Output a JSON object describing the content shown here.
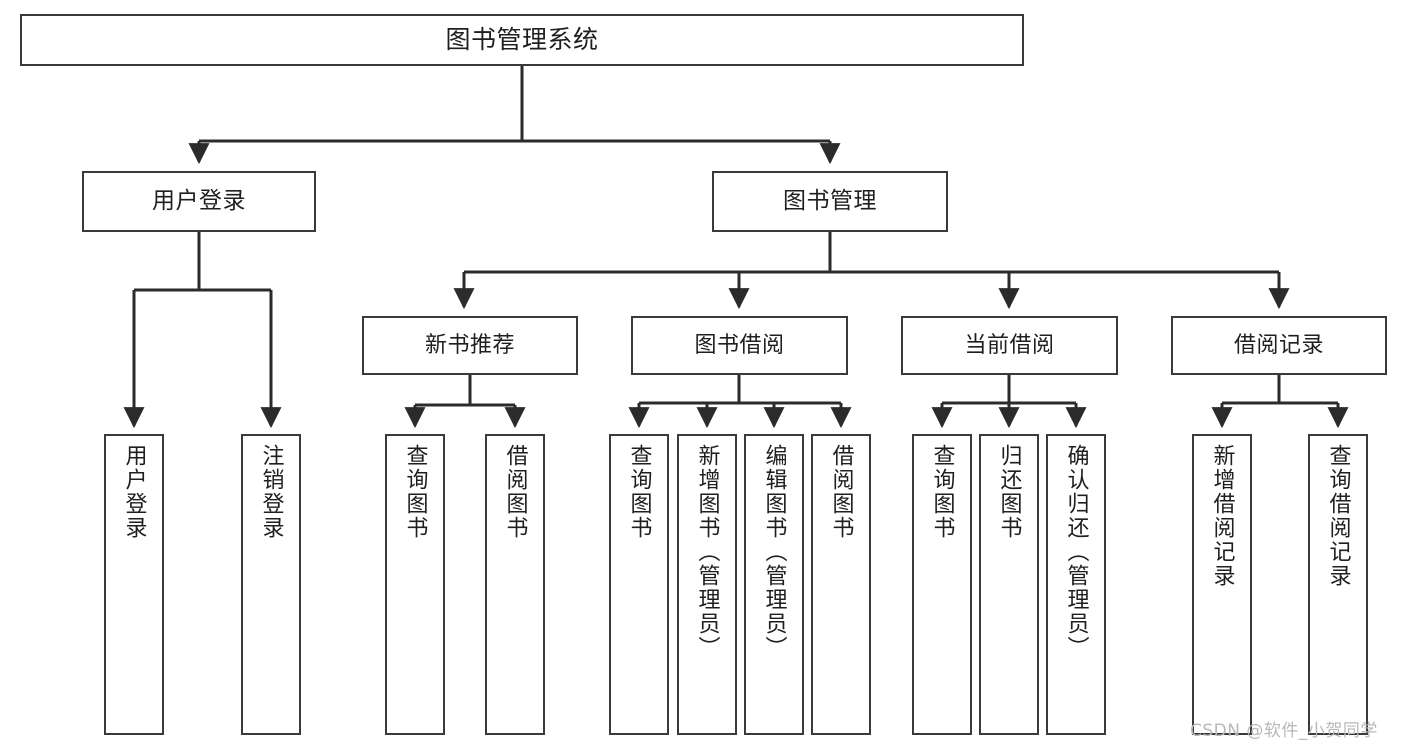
{
  "diagram": {
    "title": "图书管理系统",
    "type": "tree-hierarchy",
    "watermark": "CSDN @软件_小贺同学",
    "style": {
      "background": "#ffffff",
      "box_border": "#3a3a3a",
      "box_fill": "#ffffff",
      "edge_color": "#2b2b2b",
      "text_color": "#1f1f1f",
      "watermark_color": "#b8b8b8"
    },
    "nodes": {
      "root": {
        "label": "图书管理系统"
      },
      "level2": [
        {
          "label": "用户登录"
        },
        {
          "label": "图书管理"
        }
      ],
      "level3": [
        {
          "label": "新书推荐"
        },
        {
          "label": "图书借阅"
        },
        {
          "label": "当前借阅"
        },
        {
          "label": "借阅记录"
        }
      ],
      "leaves_user_login": [
        {
          "label": "用户登录"
        },
        {
          "label": "注销登录"
        }
      ],
      "leaves_new_book": [
        {
          "label": "查询图书"
        },
        {
          "label": "借阅图书"
        }
      ],
      "leaves_borrow": [
        {
          "label": "查询图书"
        },
        {
          "label": "新增图书（管理员）"
        },
        {
          "label": "编辑图书（管理员）"
        },
        {
          "label": "借阅图书"
        }
      ],
      "leaves_current": [
        {
          "label": "查询图书"
        },
        {
          "label": "归还图书"
        },
        {
          "label": "确认归还（管理员）"
        }
      ],
      "leaves_record": [
        {
          "label": "新增借阅记录"
        },
        {
          "label": "查询借阅记录"
        }
      ]
    }
  }
}
